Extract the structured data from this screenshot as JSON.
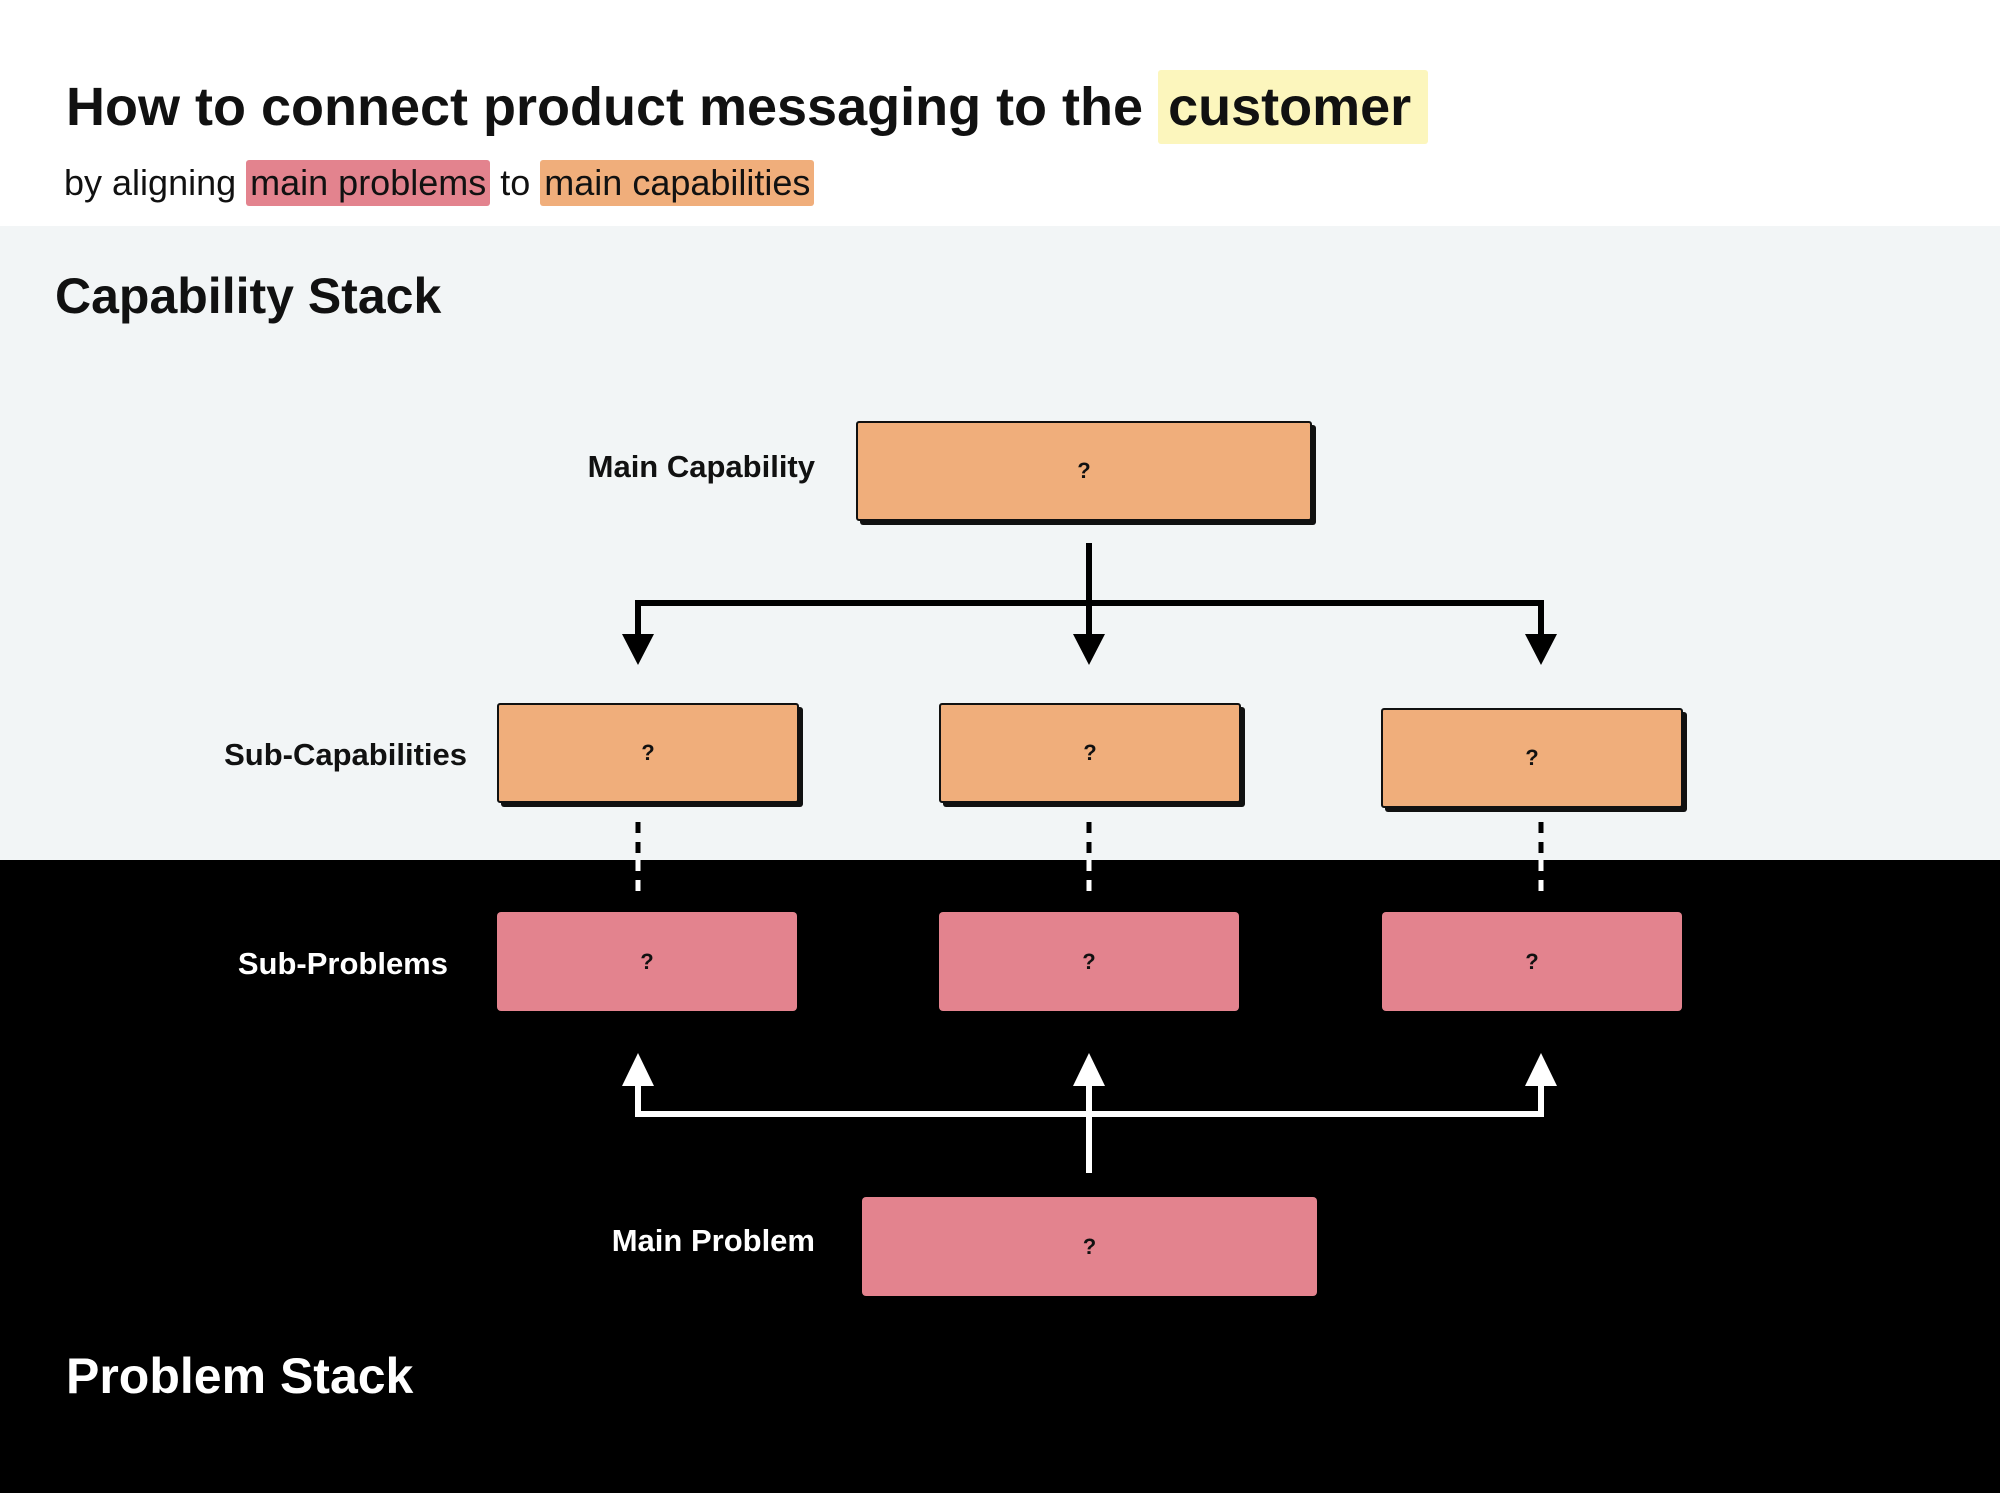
{
  "header": {
    "title_prefix": "How to connect product messaging to the",
    "title_highlight": "customer",
    "subtitle_prefix": "by aligning",
    "subtitle_problems": "main problems",
    "subtitle_mid": "to",
    "subtitle_capabilities": "main capabilities"
  },
  "capability_stack": {
    "title": "Capability Stack",
    "main_label": "Main Capability",
    "main_box": "?",
    "sub_label": "Sub-Capabilities",
    "sub_boxes": [
      "?",
      "?",
      "?"
    ]
  },
  "problem_stack": {
    "title": "Problem Stack",
    "sub_label": "Sub-Problems",
    "sub_boxes": [
      "?",
      "?",
      "?"
    ],
    "main_label": "Main Problem",
    "main_box": "?"
  },
  "colors": {
    "highlight_yellow": "#fcf6bd",
    "problem_pink": "#e3838e",
    "capability_orange": "#f0ae7b",
    "capability_band": "#f2f5f6",
    "problem_band": "#000000"
  }
}
